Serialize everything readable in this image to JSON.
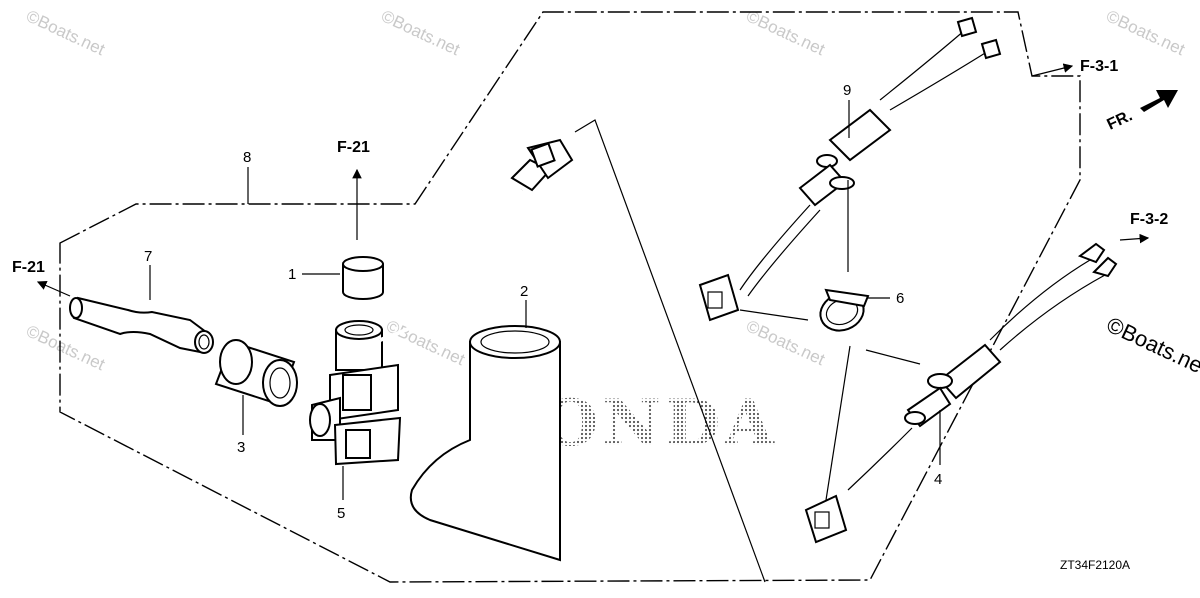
{
  "diagram": {
    "callouts": {
      "p1": "1",
      "p2": "2",
      "p3": "3",
      "p4": "4",
      "p5": "5",
      "p6": "6",
      "p7": "7",
      "p8": "8",
      "p9": "9"
    },
    "references": {
      "f21_top": "F-21",
      "f21_left": "F-21",
      "f31": "F-3-1",
      "f32": "F-3-2"
    },
    "front_indicator": "FR.",
    "brand_watermark": "HONDA",
    "diagram_code": "ZT34F2120A",
    "site_watermark": "©Boats.net"
  },
  "colors": {
    "line": "#000000",
    "background": "#ffffff",
    "watermark": "#c9c9c9"
  }
}
